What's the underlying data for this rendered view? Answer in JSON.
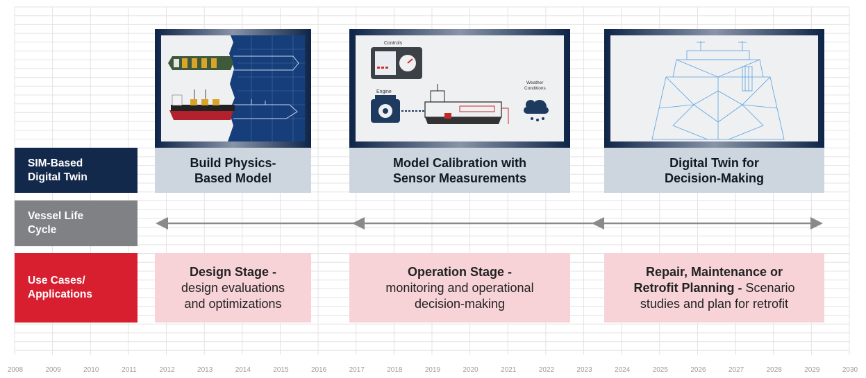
{
  "row_labels": {
    "sim": [
      "SIM-Based",
      "Digital Twin"
    ],
    "vessel": [
      "Vessel Life",
      "Cycle"
    ],
    "use": [
      "Use Cases/",
      "Applications"
    ]
  },
  "stages": [
    {
      "title": [
        "Build Physics-",
        "Based Model"
      ],
      "use_bold": "Design Stage -",
      "use_text": [
        "design evaluations",
        "and optimizations"
      ]
    },
    {
      "title": [
        "Model Calibration with",
        "Sensor Measurements"
      ],
      "use_bold": "Operation Stage -",
      "use_text": [
        "monitoring and operational",
        "decision-making"
      ]
    },
    {
      "title": [
        "Digital Twin for",
        "Decision-Making"
      ],
      "use_bold_lines": [
        "Repair, Maintenance or",
        "Retrofit Planning -"
      ],
      "use_inline": " Scenario",
      "use_text": [
        "studies and plan for retrofit"
      ]
    }
  ],
  "calibration_labels": {
    "controls": "Controls",
    "engine": "Engine",
    "weather": [
      "Weather",
      "Conditions"
    ]
  },
  "years": [
    "2008",
    "2009",
    "2010",
    "2011",
    "2012",
    "2013",
    "2014",
    "2015",
    "2016",
    "2017",
    "2018",
    "2019",
    "2020",
    "2021",
    "2022",
    "2023",
    "2024",
    "2025",
    "2026",
    "2027",
    "2028",
    "2029",
    "2030"
  ],
  "colors": {
    "navy": "#13294b",
    "gray": "#808184",
    "red": "#d71f30",
    "title_bg": "#cdd6de",
    "use_bg": "#f7d3d8",
    "arrow": "#8a8a8a"
  }
}
